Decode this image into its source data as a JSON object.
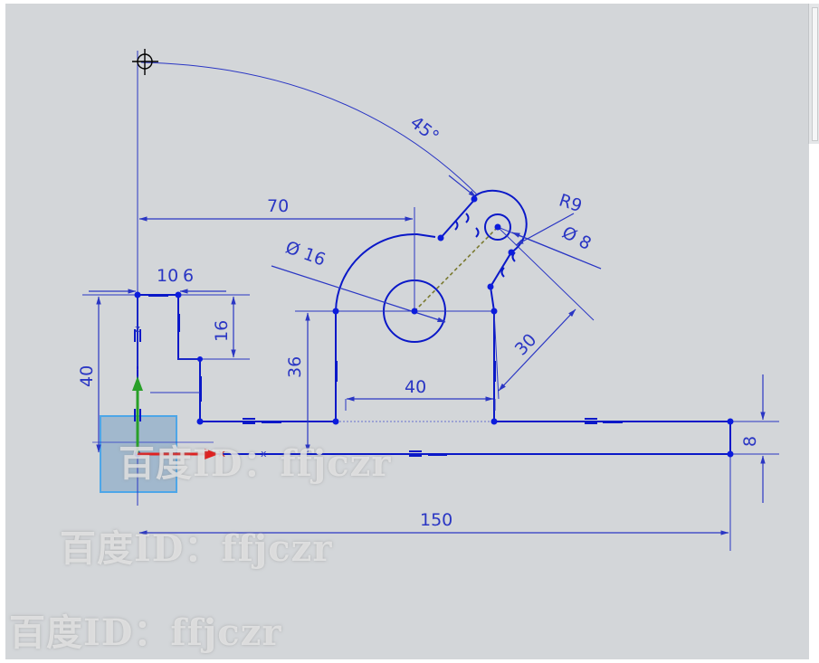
{
  "dimensions": {
    "angle": "45°",
    "d70": "70",
    "r9": "R9",
    "dia8": "Ø 8",
    "dia16": "Ø 16",
    "d10": "10",
    "d6": "6",
    "d16": "16",
    "d40v": "40",
    "d36": "36",
    "d40h": "40",
    "d30": "30",
    "d8": "8",
    "d150": "150"
  },
  "axis_labels": {
    "z": "z",
    "x": "x"
  },
  "watermark": "百度ID：ffjczr",
  "colors": {
    "background": "#d3d6d9",
    "geometry": "#0a18c8",
    "dimension": "#2a36c4",
    "point": "#0c1cdc",
    "axis_x": "#e02020",
    "axis_z": "#28a028",
    "datum": "#4da6e8",
    "centerline": "#7a7a30"
  }
}
